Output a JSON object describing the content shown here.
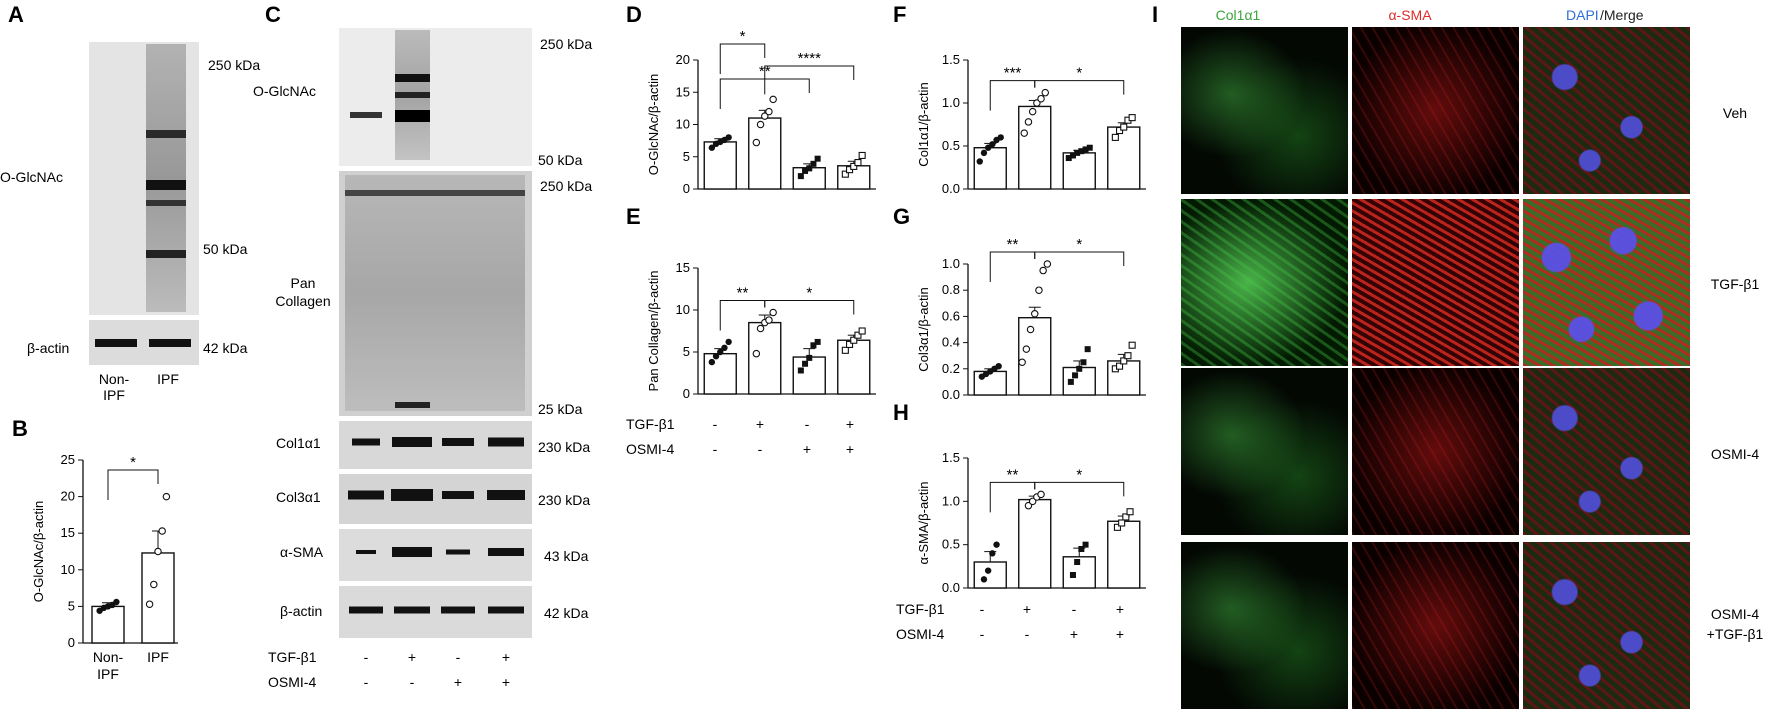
{
  "panel_letters": [
    "A",
    "B",
    "C",
    "D",
    "E",
    "F",
    "G",
    "H",
    "I"
  ],
  "blot_a": {
    "row_label": "O-GlcNAc",
    "actin_label": "β-actin",
    "markers": [
      "250 kDa",
      "50 kDa",
      "42 kDa"
    ],
    "lanes": [
      "Non-\nIPF",
      "IPF"
    ]
  },
  "blot_c": {
    "labels": [
      "O-GlcNAc",
      "Pan\nCollagen",
      "Col1α1",
      "Col3α1",
      "α-SMA",
      "β-actin"
    ],
    "markers": [
      "250 kDa",
      "50 kDa",
      "250 kDa",
      "25 kDa",
      "230 kDa",
      "230 kDa",
      "43 kDa",
      "42 kDa"
    ],
    "treat_rows": [
      {
        "name": "TGF-β1",
        "signs": [
          "-",
          "+",
          "-",
          "+"
        ]
      },
      {
        "name": "OSMI-4",
        "signs": [
          "-",
          "-",
          "+",
          "+"
        ]
      }
    ]
  },
  "treat_rows_e": [
    {
      "name": "TGF-β1",
      "signs": [
        "-",
        "+",
        "-",
        "+"
      ]
    },
    {
      "name": "OSMI-4",
      "signs": [
        "-",
        "-",
        "+",
        "+"
      ]
    }
  ],
  "treat_rows_h": [
    {
      "name": "TGF-β1",
      "signs": [
        "-",
        "+",
        "-",
        "+"
      ]
    },
    {
      "name": "OSMI-4",
      "signs": [
        "-",
        "-",
        "+",
        "+"
      ]
    }
  ],
  "chart_data": [
    {
      "id": "B",
      "type": "bar",
      "categories": [
        "Non-\nIPF",
        "IPF"
      ],
      "values": [
        5.0,
        12.3
      ],
      "errors": [
        0.5,
        3.0
      ],
      "points": [
        [
          4.4,
          4.8,
          5.0,
          5.2,
          5.6
        ],
        [
          5.3,
          8.0,
          12.5,
          15.3,
          20.0
        ]
      ],
      "ylabel": "O-GlcNAc/β-actin",
      "ylim": [
        0,
        25
      ],
      "yticks": [
        0,
        5,
        10,
        15,
        20,
        25
      ],
      "sig": [
        {
          "a": 0,
          "b": 1,
          "label": "*"
        }
      ]
    },
    {
      "id": "D",
      "type": "bar",
      "categories": [
        "1",
        "2",
        "3",
        "4"
      ],
      "values": [
        7.3,
        11.0,
        3.3,
        3.6
      ],
      "errors": [
        0.5,
        1.2,
        0.6,
        0.7
      ],
      "points": [
        [
          6.4,
          7.0,
          7.3,
          7.6,
          8.0
        ],
        [
          7.2,
          10.0,
          11.3,
          12.0,
          13.9
        ],
        [
          2.0,
          2.8,
          3.2,
          3.9,
          4.7
        ],
        [
          2.3,
          3.0,
          3.5,
          4.1,
          5.2
        ]
      ],
      "ylabel": "O-GlcNAc/β-actin",
      "ylim": [
        0,
        20
      ],
      "yticks": [
        0,
        5,
        10,
        15,
        20
      ],
      "sig": [
        {
          "a": 0,
          "b": 1,
          "label": "*",
          "tier": 2
        },
        {
          "a": 1,
          "b": 3,
          "label": "****",
          "tier": 1
        },
        {
          "a": 0,
          "b": 2,
          "label": "**",
          "tier": 0
        }
      ]
    },
    {
      "id": "E",
      "type": "bar",
      "categories": [
        "1",
        "2",
        "3",
        "4"
      ],
      "values": [
        4.8,
        8.5,
        4.4,
        6.4
      ],
      "errors": [
        0.6,
        0.9,
        1.0,
        0.6
      ],
      "points": [
        [
          3.8,
          4.5,
          5.0,
          5.5,
          6.2
        ],
        [
          4.8,
          7.8,
          8.5,
          8.8,
          9.7
        ],
        [
          2.8,
          3.6,
          4.3,
          5.8,
          6.2
        ],
        [
          5.2,
          5.9,
          6.4,
          7.0,
          7.5
        ]
      ],
      "ylabel": "Pan Collagen/β-actin",
      "ylim": [
        0,
        15
      ],
      "yticks": [
        0,
        5,
        10,
        15
      ],
      "sig": [
        {
          "a": 0,
          "b": 1,
          "label": "**",
          "tier": 0
        },
        {
          "a": 1,
          "b": 3,
          "label": "*",
          "tier": 0
        }
      ]
    },
    {
      "id": "F",
      "type": "bar",
      "categories": [
        "1",
        "2",
        "3",
        "4"
      ],
      "values": [
        0.48,
        0.96,
        0.42,
        0.72
      ],
      "errors": [
        0.05,
        0.07,
        0.03,
        0.05
      ],
      "points": [
        [
          0.32,
          0.42,
          0.48,
          0.52,
          0.57,
          0.6
        ],
        [
          0.65,
          0.78,
          0.9,
          1.0,
          1.05,
          1.12
        ],
        [
          0.36,
          0.39,
          0.42,
          0.44,
          0.46,
          0.48
        ],
        [
          0.6,
          0.68,
          0.72,
          0.8,
          0.83
        ]
      ],
      "ylabel": "Col1α1/β-actin",
      "ylim": [
        0,
        1.5
      ],
      "yticks": [
        0,
        0.5,
        1.0,
        1.5
      ],
      "ytickfmt": 1,
      "sig": [
        {
          "a": 0,
          "b": 1,
          "label": "***",
          "tier": 0
        },
        {
          "a": 1,
          "b": 3,
          "label": "*",
          "tier": 0
        }
      ]
    },
    {
      "id": "G",
      "type": "bar",
      "categories": [
        "1",
        "2",
        "3",
        "4"
      ],
      "values": [
        0.18,
        0.59,
        0.21,
        0.26
      ],
      "errors": [
        0.02,
        0.08,
        0.05,
        0.05
      ],
      "points": [
        [
          0.14,
          0.16,
          0.18,
          0.2,
          0.22
        ],
        [
          0.25,
          0.35,
          0.5,
          0.62,
          0.8,
          0.95,
          1.0
        ],
        [
          0.1,
          0.15,
          0.2,
          0.25,
          0.35
        ],
        [
          0.2,
          0.22,
          0.26,
          0.3,
          0.38
        ]
      ],
      "ylabel": "Col3α1/β-actin",
      "ylim": [
        0,
        1.0
      ],
      "yticks": [
        0.0,
        0.2,
        0.4,
        0.6,
        0.8,
        1.0
      ],
      "ytickfmt": 1,
      "sig": [
        {
          "a": 0,
          "b": 1,
          "label": "**",
          "tier": 0
        },
        {
          "a": 1,
          "b": 3,
          "label": "*",
          "tier": 0
        }
      ]
    },
    {
      "id": "H",
      "type": "bar",
      "categories": [
        "1",
        "2",
        "3",
        "4"
      ],
      "values": [
        0.3,
        1.02,
        0.36,
        0.77
      ],
      "errors": [
        0.12,
        0.04,
        0.1,
        0.06
      ],
      "points": [
        [
          0.1,
          0.2,
          0.4,
          0.5
        ],
        [
          0.95,
          1.0,
          1.05,
          1.08
        ],
        [
          0.15,
          0.3,
          0.45,
          0.5
        ],
        [
          0.7,
          0.75,
          0.82,
          0.88
        ]
      ],
      "ylabel": "α-SMA/β-actin",
      "ylim": [
        0,
        1.5
      ],
      "yticks": [
        0,
        0.5,
        1.0,
        1.5
      ],
      "ytickfmt": 1,
      "sig": [
        {
          "a": 0,
          "b": 1,
          "label": "**",
          "tier": 0
        },
        {
          "a": 1,
          "b": 3,
          "label": "*",
          "tier": 0
        }
      ]
    }
  ],
  "micro": {
    "columns": [
      "Col1α1",
      "α-SMA",
      "DAPI",
      "/Merge"
    ],
    "column_colors": [
      "#3aa53a",
      "#e02a2a",
      "#2f6fd6",
      "#222222"
    ],
    "rows": [
      "Veh",
      "TGF-β1",
      "OSMI-4",
      "OSMI-4\n+TGF-β1"
    ]
  }
}
